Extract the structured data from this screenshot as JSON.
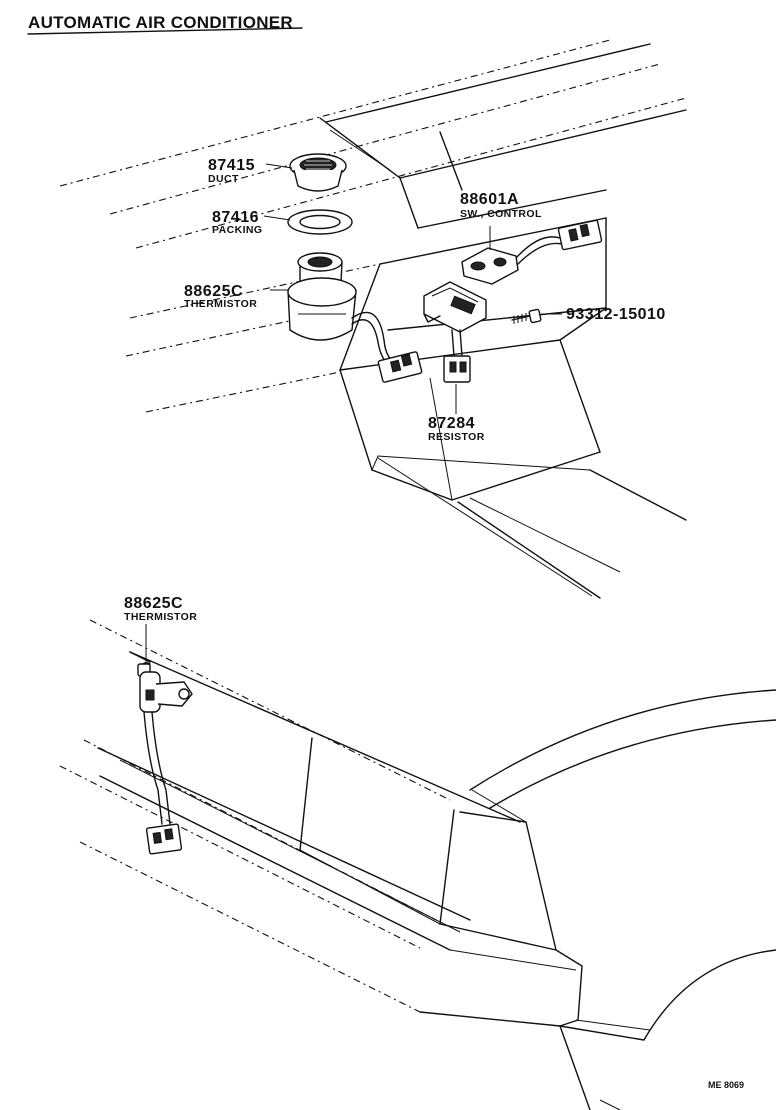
{
  "title": "AUTOMATIC AIR CONDITIONER",
  "drawing_code": "ME 8069",
  "parts": [
    {
      "number": "87415",
      "name": "DUCT"
    },
    {
      "number": "87416",
      "name": "PACKING"
    },
    {
      "number": "88625C",
      "name": "THERMISTOR"
    },
    {
      "number": "88601A",
      "name": "SW., CONTROL"
    },
    {
      "number": "93312-15010",
      "name": ""
    },
    {
      "number": "87284",
      "name": "RESISTOR"
    },
    {
      "number": "88625C",
      "name": "THERMISTOR"
    }
  ]
}
